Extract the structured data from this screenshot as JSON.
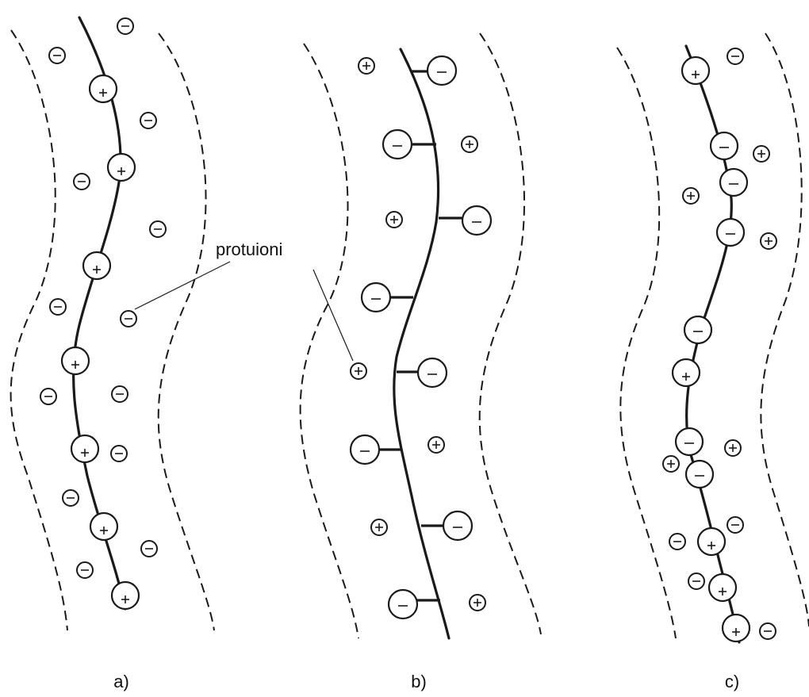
{
  "annotation": {
    "text": "protuioni"
  },
  "panels": [
    {
      "label": "a)"
    },
    {
      "label": "b)"
    },
    {
      "label": "c)"
    }
  ],
  "sign_glyphs": {
    "positive": "+",
    "negative": "−"
  },
  "colors": {
    "ink": "#1a1a1a",
    "background": "#ffffff"
  }
}
